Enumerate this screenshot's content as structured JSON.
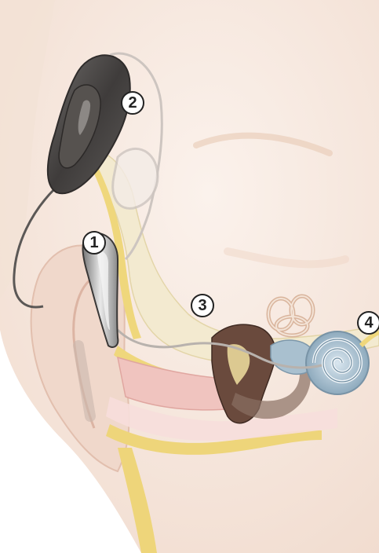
{
  "callouts": [
    {
      "number": "1"
    },
    {
      "number": "2"
    },
    {
      "number": "3"
    },
    {
      "number": "4"
    }
  ],
  "colors": {
    "skin": "#f6e6dc",
    "skin_shadow": "#ecd3c5",
    "bone": "#f1e7b8",
    "fat_tissue": "#eed77a",
    "canal_pink": "#efc1bd",
    "device_dark": "#4a4746",
    "device_light": "#b9b6b3",
    "cochlea_blue": "#9fb7c8",
    "ossicle_brown": "#6a4a3d"
  },
  "icons": [
    "sound-processor",
    "implant",
    "electrode-lead",
    "cochlea"
  ]
}
